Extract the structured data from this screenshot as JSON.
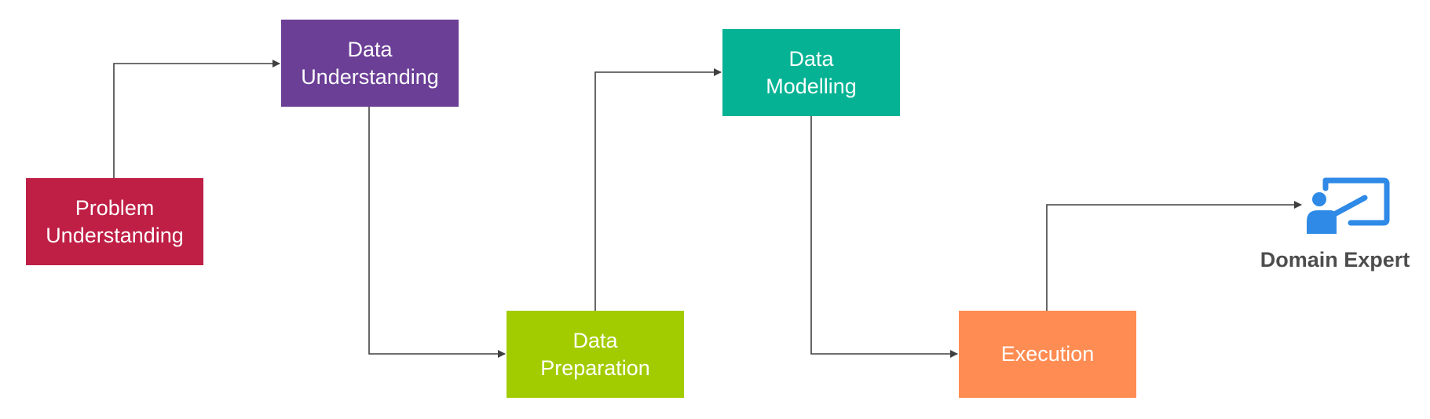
{
  "steps": [
    {
      "id": "problem",
      "line1": "Problem",
      "line2": "Understanding",
      "color": "#bf1f45"
    },
    {
      "id": "understanding",
      "line1": "Data",
      "line2": "Understanding",
      "color": "#6b3f96"
    },
    {
      "id": "preparation",
      "line1": "Data",
      "line2": "Preparation",
      "color": "#a3cc00"
    },
    {
      "id": "modelling",
      "line1": "Data",
      "line2": "Modelling",
      "color": "#05b394"
    },
    {
      "id": "execution",
      "line1": "Execution",
      "line2": "",
      "color": "#ff8c52"
    }
  ],
  "expert": {
    "label": "Domain Expert",
    "icon": "presenter-board-icon",
    "color": "#2e8ae6"
  },
  "connector_color": "#404040"
}
